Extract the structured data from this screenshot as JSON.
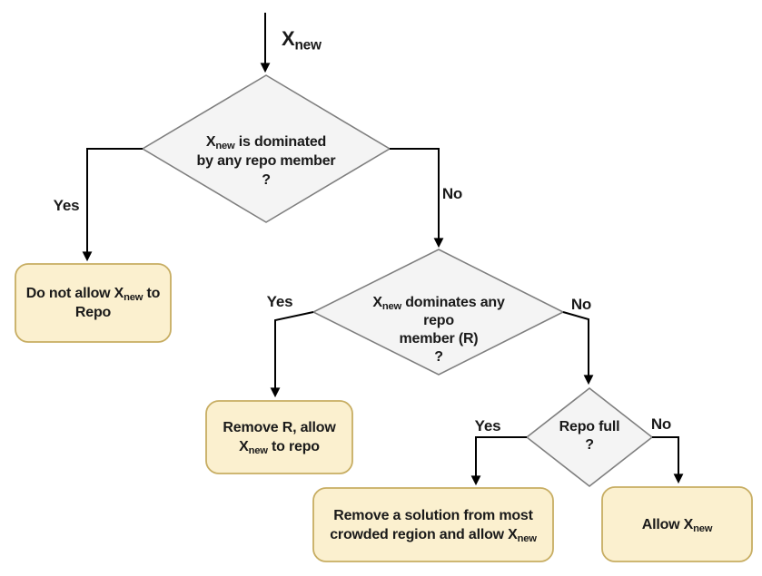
{
  "colors": {
    "diamond_fill": "#f4f4f4",
    "diamond_stroke": "#7f7f7f",
    "box_fill": "#fbf0cf",
    "box_stroke": "#c7ad62",
    "connector": "#000000",
    "text": "#1a1a1a"
  },
  "start": {
    "label_base": "X",
    "label_sub": "new"
  },
  "decision_dominated": {
    "l1_base": "X",
    "l1_sub": "new",
    "l1_rest": " is dominated",
    "l2": "by any repo member",
    "l3": "?"
  },
  "decision_dominates": {
    "l1_base": "X",
    "l1_sub": "new",
    "l1_rest": " dominates any",
    "l2": "repo",
    "l3": "member (R)",
    "l4": "?"
  },
  "decision_repo_full": {
    "l1": "Repo full",
    "l2": "?"
  },
  "action_reject": {
    "l1_base": "Do not allow X",
    "l1_sub": "new",
    "l1_rest": " to",
    "l2": "Repo"
  },
  "action_replace": {
    "l1": "Remove R, allow",
    "l2_base": "X",
    "l2_sub": "new",
    "l2_rest": " to repo"
  },
  "action_crowded": {
    "l1": "Remove a solution from most",
    "l2_base": "crowded region and allow X",
    "l2_sub": "new"
  },
  "action_allow": {
    "l1_base": "Allow X",
    "l1_sub": "new"
  },
  "edge_labels": {
    "dominated_yes": "Yes",
    "dominated_no": "No",
    "dominates_yes": "Yes",
    "dominates_no": "No",
    "full_yes": "Yes",
    "full_no": "No"
  }
}
